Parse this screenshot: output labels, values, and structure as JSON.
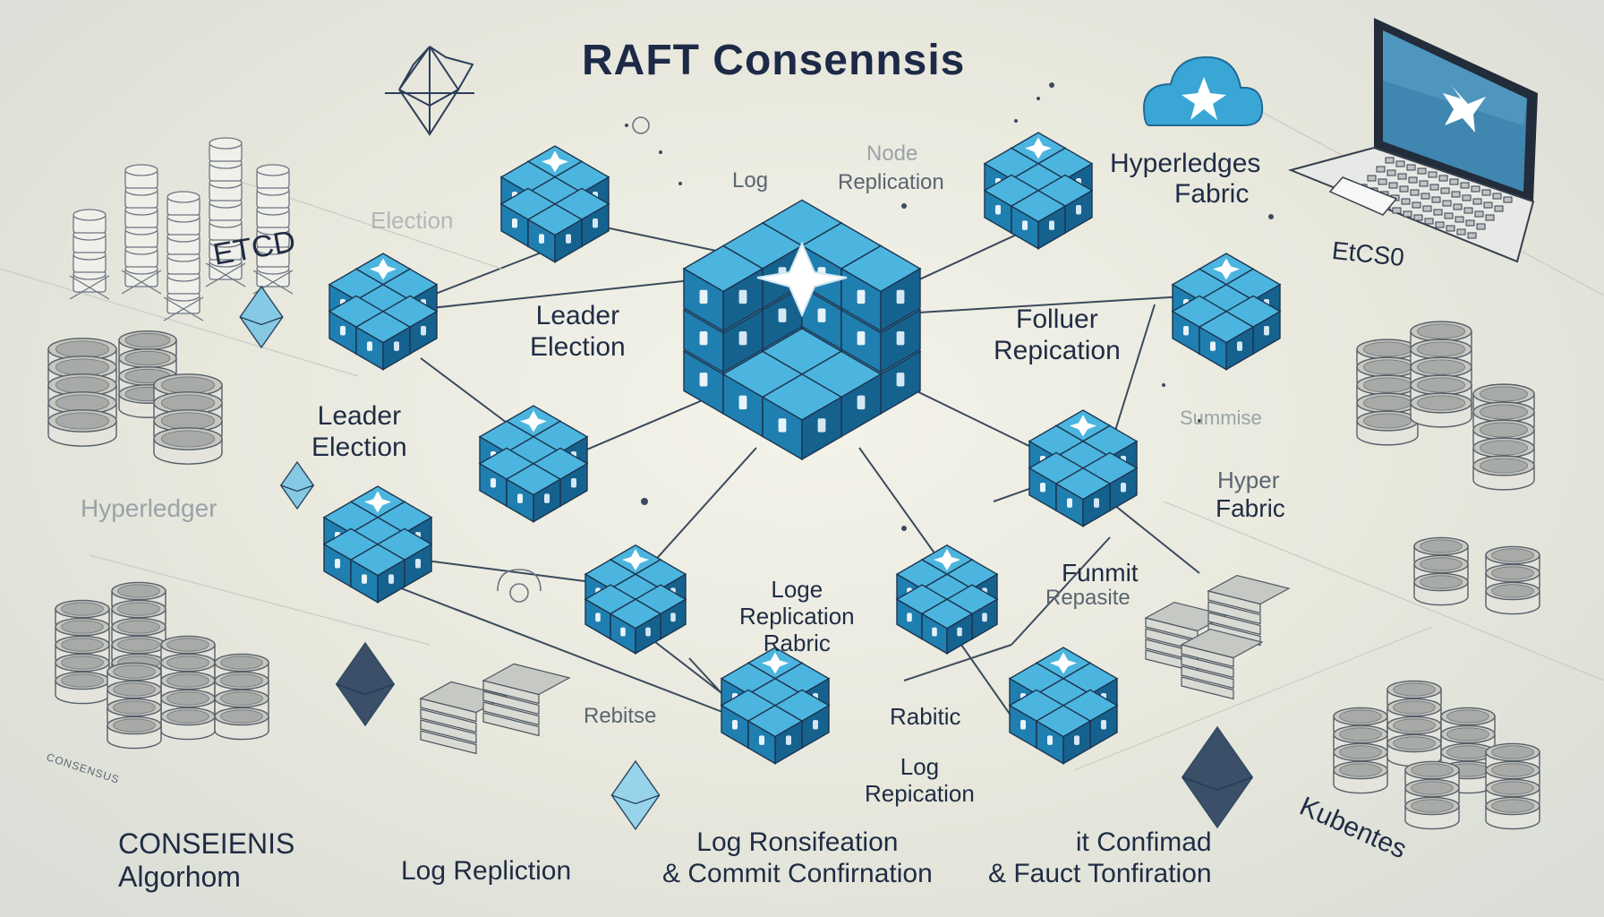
{
  "title": "RAFT Consennsis",
  "colors": {
    "cube_top": "#4cb5df",
    "cube_left": "#1f7fb0",
    "cube_right": "#15628f",
    "edge": "#1c3550",
    "line": "#3b4a5c",
    "background": "#ecebe0"
  },
  "labels": {
    "etcd_left": "ETCD",
    "etcd_right": "EtCS0",
    "node_faint": "Node",
    "log_top": "Log",
    "replication_top": "Replication",
    "election_faint": "Election",
    "hyperledger_top": "Hyperledges",
    "fabric_top": "Fabric",
    "leader_election_1": "Leader\nElection",
    "leader_election_2": "Leader\nElection",
    "follower_replication": "Folluer\nRepication",
    "hyperledger_left": "Hyperledger",
    "hyper_right": "Hyper",
    "fabric_right": "Fabric",
    "summit_faint": "Summise",
    "funmit": "Funmit",
    "repasite": "Repasite",
    "loge_replication": "Loge\nReplication\nRabric",
    "rebitse": "Rebitse",
    "rabitic": "Rabitic",
    "log_repication": "Log\nRepication",
    "consensus_algorithm": "CONSEIENIS\nAlgorhom",
    "log_repliction_bottom": "Log Repliction",
    "log_ronsification": "Log Ronsifeation\n& Commit Confirnation",
    "fauct_tonfiration": "it Confimad\n& Fauct Tonfiration",
    "kubentes": "Kubentes",
    "tiny_stack_label": "CONSENSUS"
  }
}
